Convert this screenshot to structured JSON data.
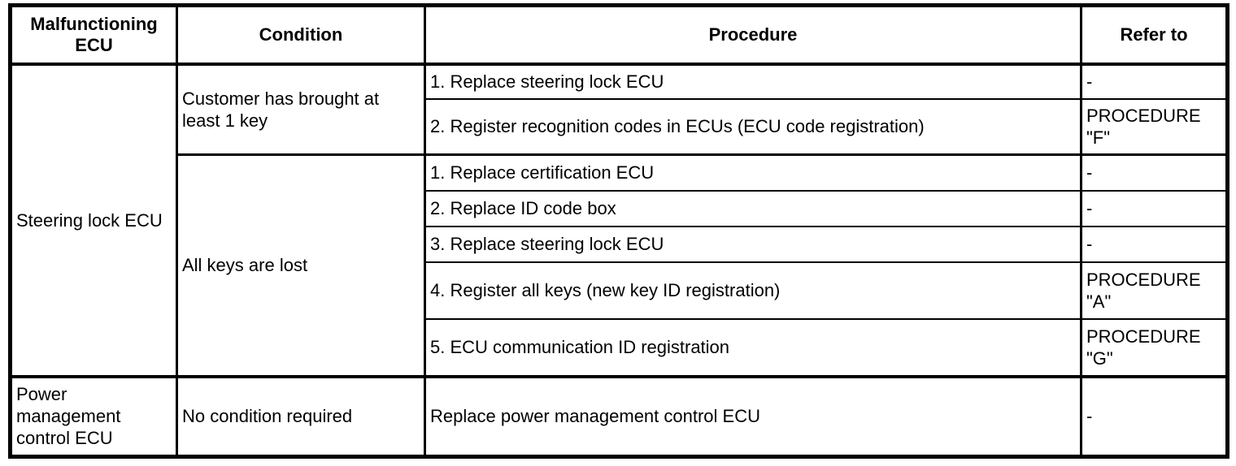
{
  "palette": {
    "background": "#ffffff",
    "text": "#000000",
    "border": "#000000"
  },
  "table": {
    "headers": {
      "malfunctioning_ecu": "Malfunctioning ECU",
      "condition": "Condition",
      "procedure": "Procedure",
      "refer_to": "Refer to"
    },
    "groups": [
      {
        "ecu": "Steering lock ECU",
        "conditions": [
          {
            "condition": "Customer has brought at least 1 key",
            "steps": [
              {
                "procedure": "1. Replace steering lock ECU",
                "refer_to": "-"
              },
              {
                "procedure": "2. Register recognition codes in ECUs (ECU code registration)",
                "refer_to": "PROCEDURE \"F\""
              }
            ]
          },
          {
            "condition": "All keys are lost",
            "steps": [
              {
                "procedure": "1. Replace certification ECU",
                "refer_to": "-"
              },
              {
                "procedure": "2. Replace ID code box",
                "refer_to": "-"
              },
              {
                "procedure": "3. Replace steering lock ECU",
                "refer_to": "-"
              },
              {
                "procedure": "4. Register all keys (new key ID registration)",
                "refer_to": "PROCEDURE \"A\""
              },
              {
                "procedure": "5. ECU communication ID registration",
                "refer_to": "PROCEDURE \"G\""
              }
            ]
          }
        ]
      },
      {
        "ecu": "Power management control ECU",
        "conditions": [
          {
            "condition": "No condition required",
            "steps": [
              {
                "procedure": "Replace power management control ECU",
                "refer_to": "-"
              }
            ]
          }
        ]
      }
    ]
  }
}
